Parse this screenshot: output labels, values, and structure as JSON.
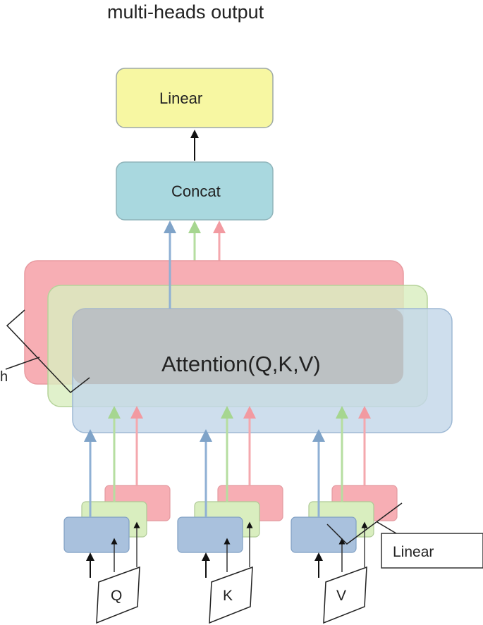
{
  "title": "multi-heads output",
  "linear_top_label": "Linear",
  "concat_label": "Concat",
  "attention_label": "Attention(Q,K,V)",
  "h_label": "h",
  "linear_callout_label": "Linear",
  "inputs": [
    {
      "label": "Q"
    },
    {
      "label": "K"
    },
    {
      "label": "V"
    }
  ],
  "colors": {
    "head_red": "#f7aeb4",
    "head_green": "#d9eebf",
    "head_blue": "#c3d7e9",
    "attention_gray": "#b8b8b8",
    "linear_yellow": "#f7f7a2",
    "concat_teal": "#a9d8df",
    "arrow_blue": "#8fb0d4",
    "arrow_green": "#b6dea0",
    "arrow_red": "#f4a8ae"
  }
}
